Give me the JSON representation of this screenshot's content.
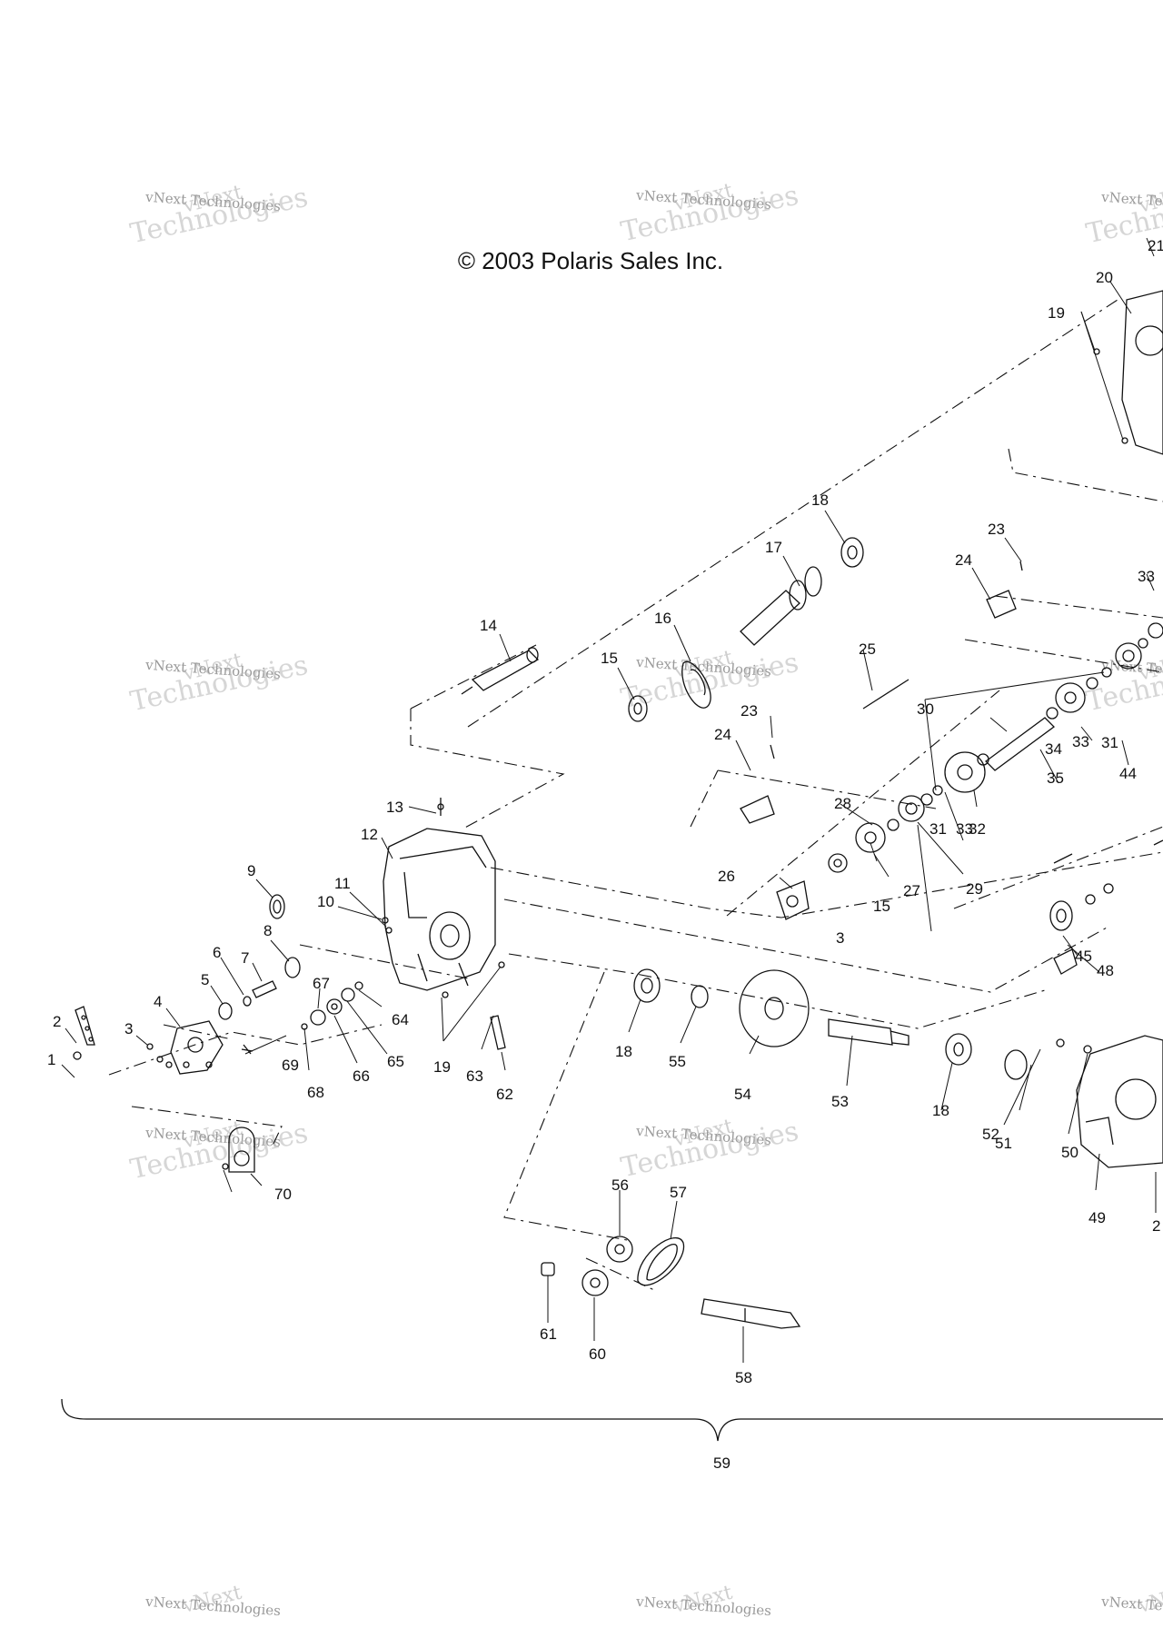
{
  "copyright": "© 2003 Polaris Sales Inc.",
  "watermark": {
    "line1": "vNext",
    "line2": "vNext Technologies",
    "line3": "Technologies"
  },
  "callouts": [
    {
      "id": "c1",
      "label": "1"
    },
    {
      "id": "c2",
      "label": "2"
    },
    {
      "id": "c3a",
      "label": "3"
    },
    {
      "id": "c3b",
      "label": "3"
    },
    {
      "id": "c4",
      "label": "4"
    },
    {
      "id": "c5",
      "label": "5"
    },
    {
      "id": "c6",
      "label": "6"
    },
    {
      "id": "c7",
      "label": "7"
    },
    {
      "id": "c8",
      "label": "8"
    },
    {
      "id": "c9",
      "label": "9"
    },
    {
      "id": "c10",
      "label": "10"
    },
    {
      "id": "c11",
      "label": "11"
    },
    {
      "id": "c12",
      "label": "12"
    },
    {
      "id": "c13",
      "label": "13"
    },
    {
      "id": "c14",
      "label": "14"
    },
    {
      "id": "c15a",
      "label": "15"
    },
    {
      "id": "c15b",
      "label": "15"
    },
    {
      "id": "c16",
      "label": "16"
    },
    {
      "id": "c17",
      "label": "17"
    },
    {
      "id": "c18a",
      "label": "18"
    },
    {
      "id": "c18b",
      "label": "18"
    },
    {
      "id": "c18c",
      "label": "18"
    },
    {
      "id": "c19a",
      "label": "19"
    },
    {
      "id": "c19b",
      "label": "19"
    },
    {
      "id": "c20",
      "label": "20"
    },
    {
      "id": "c21",
      "label": "21"
    },
    {
      "id": "c22",
      "label": "2"
    },
    {
      "id": "c23a",
      "label": "23"
    },
    {
      "id": "c23b",
      "label": "23"
    },
    {
      "id": "c24a",
      "label": "24"
    },
    {
      "id": "c24b",
      "label": "24"
    },
    {
      "id": "c25",
      "label": "25"
    },
    {
      "id": "c26",
      "label": "26"
    },
    {
      "id": "c27",
      "label": "27"
    },
    {
      "id": "c28",
      "label": "28"
    },
    {
      "id": "c29",
      "label": "29"
    },
    {
      "id": "c30",
      "label": "30"
    },
    {
      "id": "c31a",
      "label": "31"
    },
    {
      "id": "c31b",
      "label": "31"
    },
    {
      "id": "c32",
      "label": "32"
    },
    {
      "id": "c33a",
      "label": "33"
    },
    {
      "id": "c33b",
      "label": "33"
    },
    {
      "id": "c33c",
      "label": "33"
    },
    {
      "id": "c34",
      "label": "34"
    },
    {
      "id": "c35",
      "label": "35"
    },
    {
      "id": "c44",
      "label": "44"
    },
    {
      "id": "c45",
      "label": "45"
    },
    {
      "id": "c48",
      "label": "48"
    },
    {
      "id": "c49",
      "label": "49"
    },
    {
      "id": "c50",
      "label": "50"
    },
    {
      "id": "c51",
      "label": "51"
    },
    {
      "id": "c52",
      "label": "52"
    },
    {
      "id": "c53",
      "label": "53"
    },
    {
      "id": "c54",
      "label": "54"
    },
    {
      "id": "c55",
      "label": "55"
    },
    {
      "id": "c56",
      "label": "56"
    },
    {
      "id": "c57",
      "label": "57"
    },
    {
      "id": "c58",
      "label": "58"
    },
    {
      "id": "c59",
      "label": "59"
    },
    {
      "id": "c60",
      "label": "60"
    },
    {
      "id": "c61",
      "label": "61"
    },
    {
      "id": "c62",
      "label": "62"
    },
    {
      "id": "c63",
      "label": "63"
    },
    {
      "id": "c64",
      "label": "64"
    },
    {
      "id": "c65",
      "label": "65"
    },
    {
      "id": "c66",
      "label": "66"
    },
    {
      "id": "c67",
      "label": "67"
    },
    {
      "id": "c68",
      "label": "68"
    },
    {
      "id": "c69",
      "label": "69"
    },
    {
      "id": "c70",
      "label": "70"
    }
  ]
}
